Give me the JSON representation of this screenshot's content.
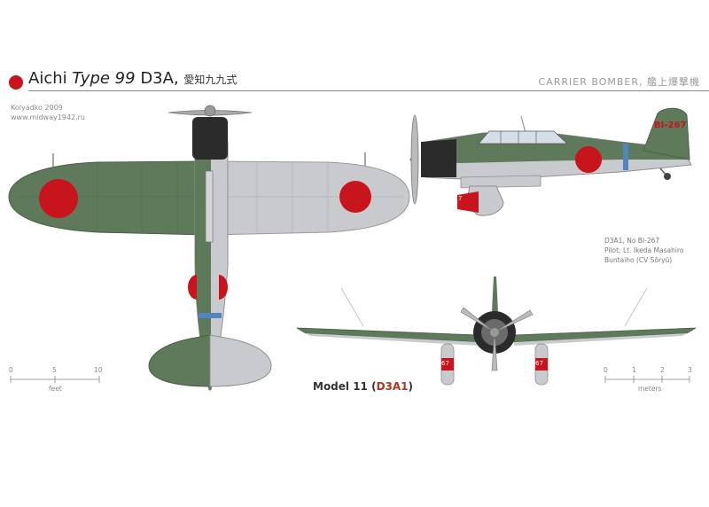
{
  "header": {
    "maker": "Aichi",
    "type_label": "Type 99",
    "model_code": "D3A,",
    "japanese_name": "愛知九九式",
    "role": "CARRIER  BOMBER, 艦上爆撃機"
  },
  "credits": {
    "author": "Kolyadko 2009",
    "website": "www.midway1942.ru"
  },
  "aircraft_info": {
    "line1": "D3A1, No BI-267",
    "line2": "Pilot: Lt. Ikeda Masahiro",
    "line3": "Buntaiho  (CV Sōryū)"
  },
  "model_label": {
    "prefix": "Model 11 (",
    "code": "D3A1",
    "suffix": ")"
  },
  "markings": {
    "tail_code": "BI-267",
    "nose_number": "7",
    "fairing_number": "67"
  },
  "scales": {
    "feet": {
      "ticks": [
        "0",
        "5",
        "10"
      ],
      "unit": "feet"
    },
    "meters": {
      "ticks": [
        "0",
        "1",
        "2",
        "3"
      ],
      "unit": "meters"
    }
  },
  "colors": {
    "hinomaru": "#c8141c",
    "upper_green": "#5e7a5b",
    "underside_grey": "#c9cacd",
    "cowling_black": "#2b2b2b",
    "fuselage_band": "#4f86c0"
  }
}
